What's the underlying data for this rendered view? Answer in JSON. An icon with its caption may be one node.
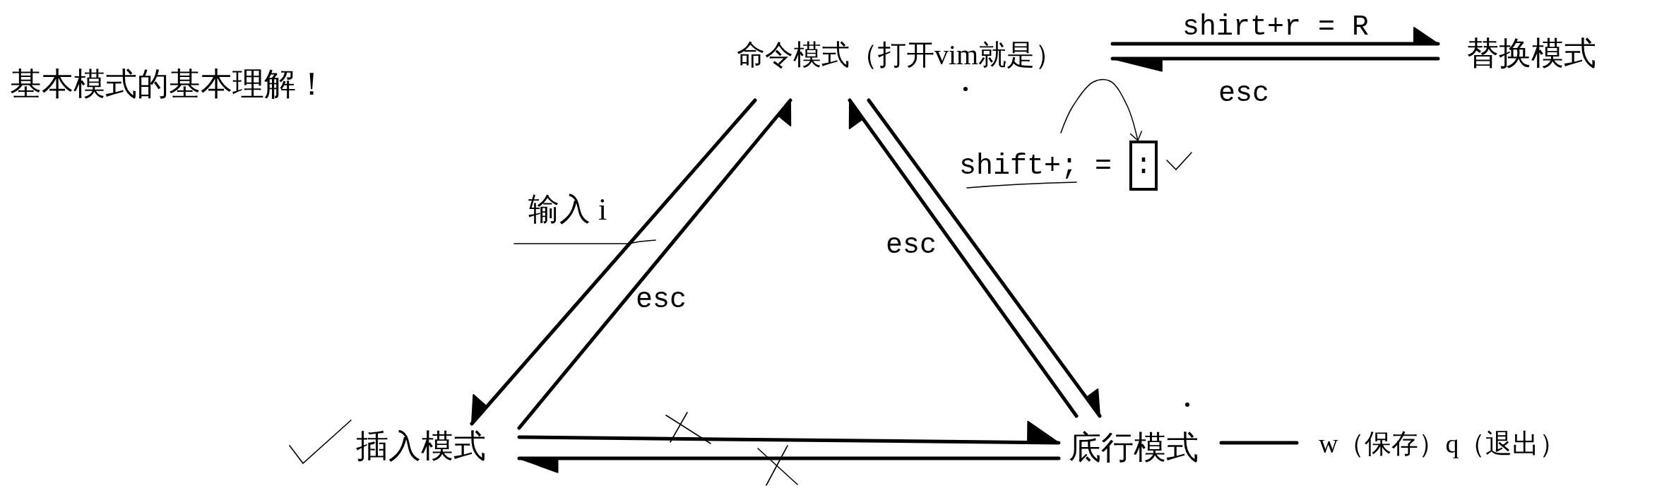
{
  "diagram": {
    "title": "基本模式的基本理解！",
    "nodes": [
      {
        "text": [
          "命令模式（打开vim就是）"
        ]
      },
      {
        "text": [
          "替换模式"
        ]
      },
      {
        "text": [
          "shift+; ="
        ]
      },
      {
        "text": [
          ":"
        ]
      },
      {
        "text": [
          "插入模式"
        ]
      },
      {
        "text": [
          "底行模式"
        ]
      },
      {
        "text": [
          "w（保存）q（退出）"
        ]
      }
    ],
    "edges": [
      {
        "from": 0,
        "to": 1,
        "arrow": "to",
        "label": "shirt+r = R"
      },
      {
        "from": 1,
        "to": 0,
        "arrow": "to",
        "label": "esc"
      },
      {
        "from": 2,
        "to": 3,
        "arrow": "to"
      },
      {
        "from": 0,
        "to": 4,
        "arrow": "to",
        "label": "输入 i"
      },
      {
        "from": 4,
        "to": 0,
        "arrow": "to",
        "label": "esc"
      },
      {
        "from": 5,
        "to": 0,
        "arrow": "to",
        "label": "esc"
      },
      {
        "from": 0,
        "to": 5,
        "arrow": "to"
      },
      {
        "from": 4,
        "to": 5,
        "arrow": "to"
      },
      {
        "from": 5,
        "to": 4,
        "arrow": "to"
      },
      {
        "from": 5,
        "to": 6,
        "arrow": "none"
      }
    ]
  }
}
